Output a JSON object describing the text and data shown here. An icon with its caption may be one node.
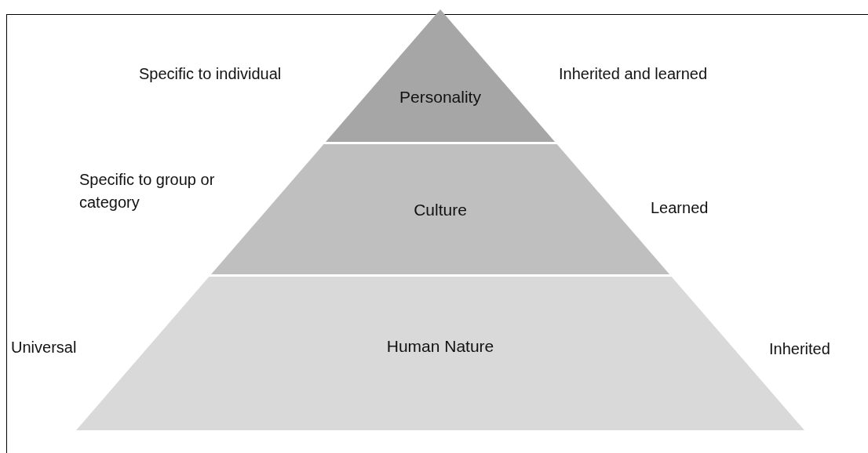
{
  "diagram": {
    "nodes": [
      {
        "text": [
          "Personality"
        ],
        "beside": [
          "Specific to individual",
          "Inherited and learned"
        ]
      },
      {
        "text": [
          "Culture"
        ],
        "beside": [
          "Specific to group or category",
          "Learned"
        ]
      },
      {
        "text": [
          "Human Nature"
        ],
        "beside": [
          "Universal",
          "Inherited"
        ]
      }
    ]
  }
}
